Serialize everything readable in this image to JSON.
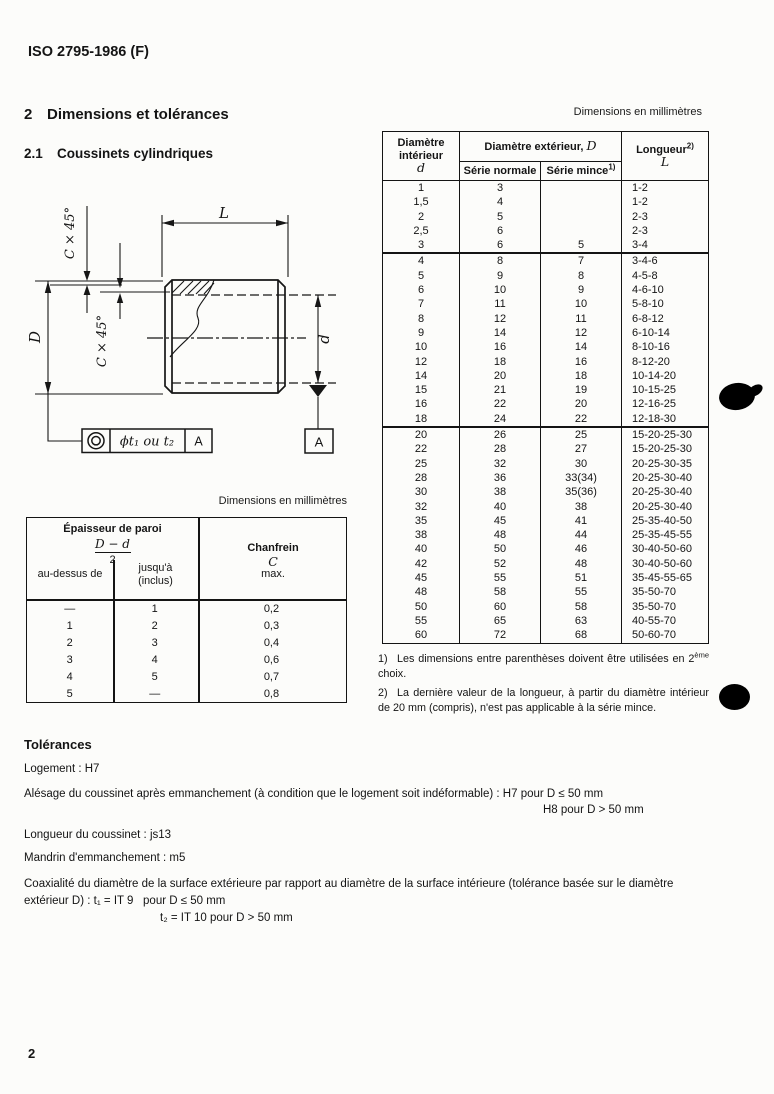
{
  "header": {
    "doc_ref": "ISO 2795-1986 (F)",
    "page_number": "2"
  },
  "section": {
    "number": "2",
    "title": "Dimensions et tolérances"
  },
  "subsection": {
    "number": "2.1",
    "title": "Coussinets cylindriques"
  },
  "drawing": {
    "dim_length": "L",
    "dim_outer": "D",
    "dim_inner": "d",
    "chamfer_label_left": "C × 45°",
    "chamfer_label_inner": "C × 45°",
    "fcf": {
      "symbol": "concentricity",
      "tolerance": "ϕt₁ ou t₂",
      "datum": "A"
    },
    "datum_label": "A"
  },
  "main_table": {
    "caption": "Dimensions en millimètres",
    "header": {
      "col_inner_line1": "Diamètre",
      "col_inner_line2": "intérieur",
      "col_inner_symbol": "d",
      "col_outer_title": "Diamètre extérieur, ",
      "col_outer_symbol": "D",
      "col_outer_sub1": "Série normale",
      "col_outer_sub2": "Série mince",
      "col_outer_sub2_sup": "1)",
      "col_length_title": "Longueur",
      "col_length_sup": "2)",
      "col_length_symbol": "L"
    },
    "groups": [
      {
        "rows": [
          [
            "1",
            "3",
            "",
            "1-2"
          ],
          [
            "1,5",
            "4",
            "",
            "1-2"
          ],
          [
            "2",
            "5",
            "",
            "2-3"
          ],
          [
            "2,5",
            "6",
            "",
            "2-3"
          ],
          [
            "3",
            "6",
            "5",
            "3-4"
          ]
        ]
      },
      {
        "rows": [
          [
            "4",
            "8",
            "7",
            "3-4-6"
          ],
          [
            "5",
            "9",
            "8",
            "4-5-8"
          ],
          [
            "6",
            "10",
            "9",
            "4-6-10"
          ],
          [
            "7",
            "11",
            "10",
            "5-8-10"
          ],
          [
            "8",
            "12",
            "11",
            "6-8-12"
          ],
          [
            "9",
            "14",
            "12",
            "6-10-14"
          ],
          [
            "10",
            "16",
            "14",
            "8-10-16"
          ],
          [
            "12",
            "18",
            "16",
            "8-12-20"
          ],
          [
            "14",
            "20",
            "18",
            "10-14-20"
          ],
          [
            "15",
            "21",
            "19",
            "10-15-25"
          ],
          [
            "16",
            "22",
            "20",
            "12-16-25"
          ],
          [
            "18",
            "24",
            "22",
            "12-18-30"
          ]
        ]
      },
      {
        "rows": [
          [
            "20",
            "26",
            "25",
            "15-20-25-30"
          ],
          [
            "22",
            "28",
            "27",
            "15-20-25-30"
          ],
          [
            "25",
            "32",
            "30",
            "20-25-30-35"
          ],
          [
            "28",
            "36",
            "33(34)",
            "20-25-30-40"
          ],
          [
            "30",
            "38",
            "35(36)",
            "20-25-30-40"
          ],
          [
            "32",
            "40",
            "38",
            "20-25-30-40"
          ],
          [
            "35",
            "45",
            "41",
            "25-35-40-50"
          ],
          [
            "38",
            "48",
            "44",
            "25-35-45-55"
          ],
          [
            "40",
            "50",
            "46",
            "30-40-50-60"
          ],
          [
            "42",
            "52",
            "48",
            "30-40-50-60"
          ],
          [
            "45",
            "55",
            "51",
            "35-45-55-65"
          ],
          [
            "48",
            "58",
            "55",
            "35-50-70"
          ],
          [
            "50",
            "60",
            "58",
            "35-50-70"
          ],
          [
            "55",
            "65",
            "63",
            "40-55-70"
          ],
          [
            "60",
            "72",
            "68",
            "50-60-70"
          ]
        ]
      }
    ]
  },
  "footnotes": {
    "f1": {
      "marker": "1)",
      "before": "Les dimensions entre parenthèses doivent être utilisées en 2",
      "sup": "ème",
      "after": " choix."
    },
    "f2": {
      "marker": "2)",
      "text": "La dernière valeur de la longueur, à partir du diamètre intérieur de 20 mm (compris), n'est pas applicable à la série mince."
    }
  },
  "wall_table": {
    "caption": "Dimensions en millimètres",
    "header": {
      "title": "Épaisseur de paroi",
      "fraction_num": "D − d",
      "fraction_den": "2",
      "col_above": "au-dessus de",
      "col_upto_line1": "jusqu'à",
      "col_upto_line2": "(inclus)",
      "col_chamfer_line1": "Chanfrein",
      "col_chamfer_symbol": "C",
      "col_chamfer_line3": "max."
    },
    "rows": [
      [
        "—",
        "1",
        "0,2"
      ],
      [
        "1",
        "2",
        "0,3"
      ],
      [
        "2",
        "3",
        "0,4"
      ],
      [
        "3",
        "4",
        "0,6"
      ],
      [
        "4",
        "5",
        "0,7"
      ],
      [
        "5",
        "—",
        "0,8"
      ]
    ]
  },
  "tolerances": {
    "heading": "Tolérances",
    "logement": "Logement : H7",
    "alesage_line1": "Alésage du coussinet après emmanchement (à condition que le logement soit indéformable) : H7 pour D ≤ 50 mm",
    "alesage_line2": "H8 pour D > 50 mm",
    "longueur": "Longueur du coussinet : js13",
    "mandrin": "Mandrin d'emmanchement : m5",
    "coax_line1": "Coaxialité du diamètre de la surface extérieure par rapport au diamètre de la surface intérieure (tolérance basée sur le diamètre",
    "coax_line2": "extérieur D) : t₁ = IT 9   pour D ≤ 50 mm",
    "coax_line3": "t₂ = IT 10 pour D > 50 mm"
  }
}
